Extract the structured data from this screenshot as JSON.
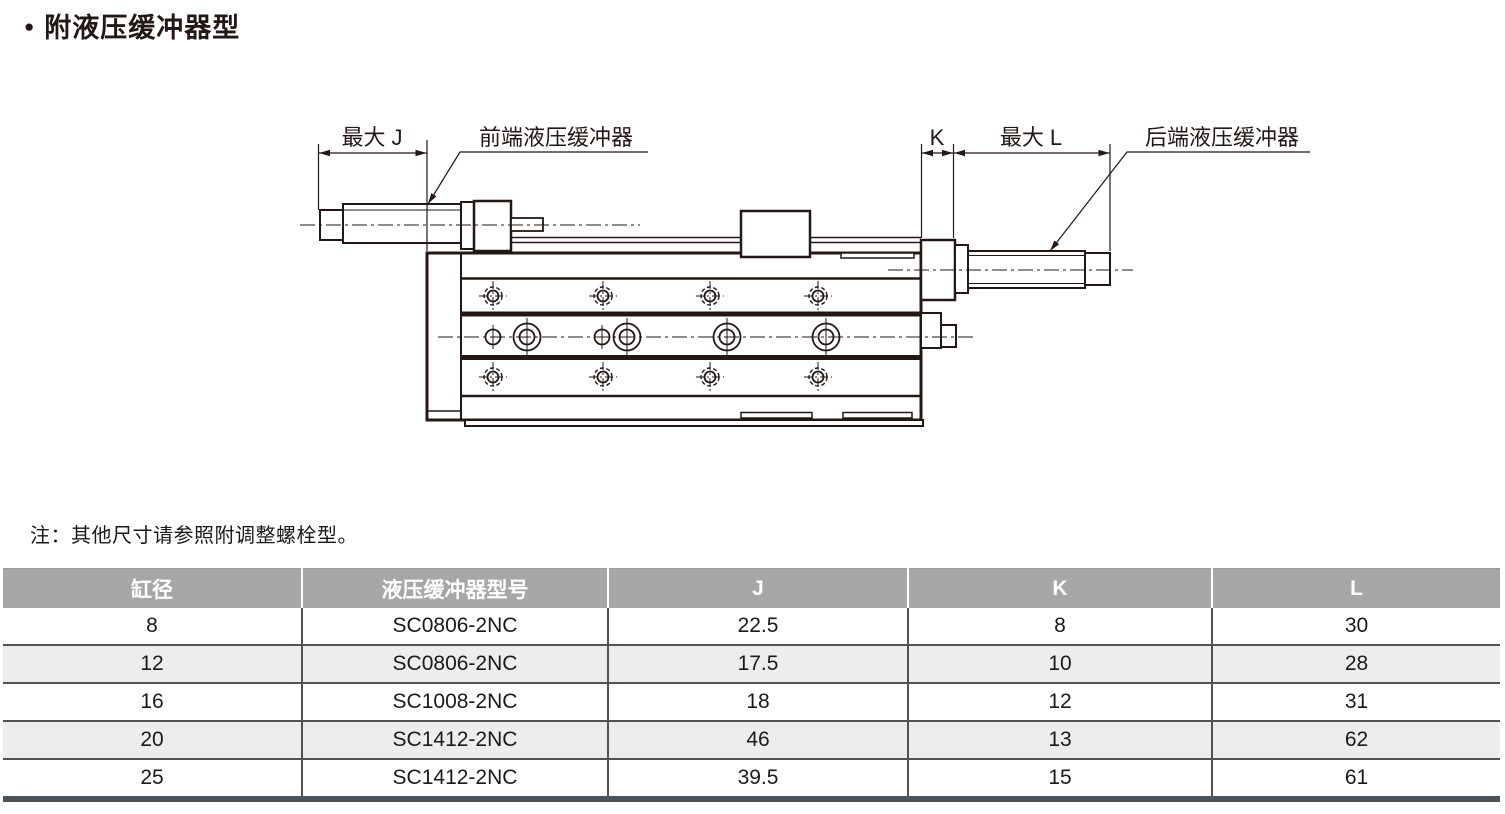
{
  "title": {
    "bullet": "●",
    "text": "附液压缓冲器型"
  },
  "diagram": {
    "labels": {
      "max_j": "最大 J",
      "front_absorber": "前端液压缓冲器",
      "k": "K",
      "max_l": "最大 L",
      "rear_absorber": "后端液压缓冲器"
    },
    "line_color": "#231815"
  },
  "note": "注：其他尺寸请参照附调整螺栓型。",
  "table": {
    "headers": [
      "缸径",
      "液压缓冲器型号",
      "J",
      "K",
      "L"
    ],
    "rows": [
      [
        "8",
        "SC0806-2NC",
        "22.5",
        "8",
        "30"
      ],
      [
        "12",
        "SC0806-2NC",
        "17.5",
        "10",
        "28"
      ],
      [
        "16",
        "SC1008-2NC",
        "18",
        "12",
        "31"
      ],
      [
        "20",
        "SC1412-2NC",
        "46",
        "13",
        "62"
      ],
      [
        "25",
        "SC1412-2NC",
        "39.5",
        "15",
        "61"
      ]
    ],
    "colors": {
      "header_bg": "#a7a7a7",
      "header_text": "#ffffff",
      "stripe_bg": "#ededee",
      "border": "#4d5357",
      "text": "#1a1a1a"
    }
  }
}
